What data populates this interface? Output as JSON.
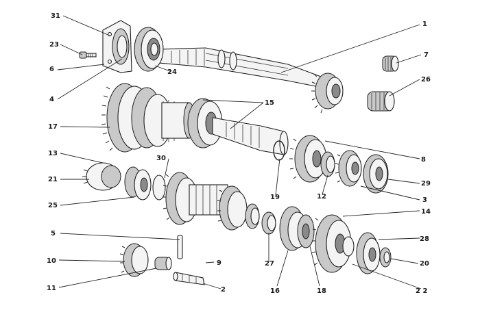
{
  "part_labels": {
    "p1": "1",
    "p2": "2",
    "p3": "3",
    "p4": "4",
    "p5": "5",
    "p6": "6",
    "p7": "7",
    "p8": "8",
    "p9": "9",
    "p10": "10",
    "p11": "11",
    "p12": "12",
    "p13": "13",
    "p14": "14",
    "p15": "15",
    "p16": "16",
    "p17": "17",
    "p18": "18",
    "p19": "19",
    "p20": "20",
    "p21": "21",
    "p22": "2 2",
    "p23": "23",
    "p24": "24",
    "p25": "25",
    "p26": "26",
    "p27": "27",
    "p28": "28",
    "p29": "29",
    "p30": "30",
    "p31": "31"
  },
  "colors": {
    "ink": "#1e1e1e",
    "paper": "#ffffff"
  }
}
